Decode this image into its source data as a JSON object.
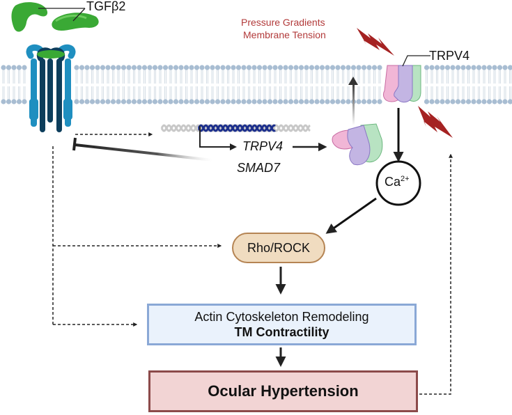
{
  "labels": {
    "tgfb2": "TGFβ2",
    "trpv4_channel": "TRPV4",
    "stimulus_line1": "Pressure Gradients",
    "stimulus_line2": "Membrane Tension",
    "gene_trpv4": "TRPV4",
    "gene_smad7": "SMAD7",
    "calcium_base": "Ca",
    "calcium_sup": "2+"
  },
  "boxes": {
    "rho_rock": "Rho/ROCK",
    "actin_line1": "Actin Cytoskeleton Remodeling",
    "actin_line2": "TM Contractility",
    "outcome": "Ocular Hypertension"
  },
  "colors": {
    "tgfb2_ligand": "#3aa935",
    "receptor_light": "#1f8fc0",
    "receptor_dark": "#0d3e5c",
    "membrane_head": "#a8bdd2",
    "dna_active": "#1c2f8c",
    "dna_inactive": "#c8c8c8",
    "stimulus": "#b23a3a",
    "trpv4_pink": "#f1b6d6",
    "trpv4_purple": "#c3b5e3",
    "trpv4_green": "#b8e3c2",
    "rho_fill": "#f0dcc0",
    "rho_border": "#b58453",
    "actin_fill": "#eaf2fc",
    "actin_border": "#8aa8d6",
    "outcome_fill": "#f2d4d4",
    "outcome_border": "#8c4a4a"
  }
}
